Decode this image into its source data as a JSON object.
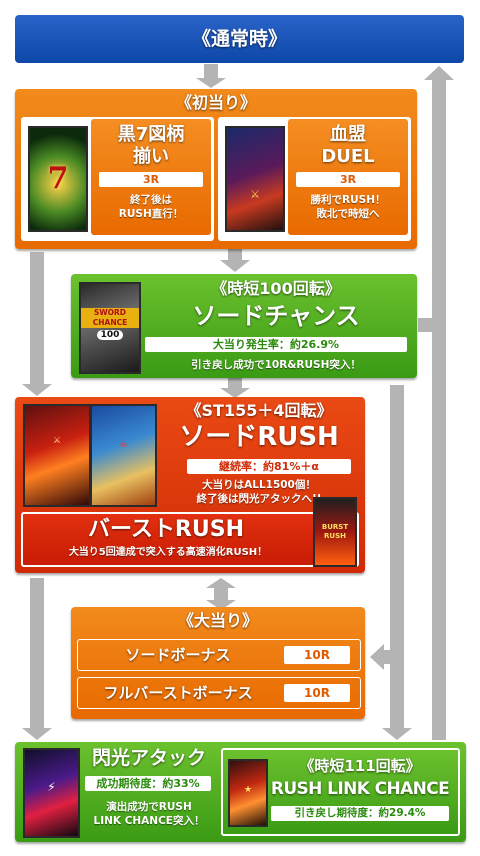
{
  "normal": {
    "title": "《通常時》"
  },
  "first_hit": {
    "title": "《初当り》",
    "left": {
      "name_line1": "黒7図柄",
      "name_line2": "揃い",
      "rounds": "3R",
      "note_line1": "終了後は",
      "note_line2": "RUSH直行！"
    },
    "right": {
      "name_line1": "血盟",
      "name_line2": "DUEL",
      "rounds": "3R",
      "note_line1": "勝利でRUSH！",
      "note_line2": "敗北で時短へ"
    }
  },
  "jitan100": {
    "title": "《時短100回転》",
    "name": "ソードチャンス",
    "rate": "大当り発生率：約26.9%",
    "note": "引き戻し成功で10R&RUSH突入！",
    "thumb_text": "SWORD CHANCE",
    "thumb_num": "100"
  },
  "st": {
    "title": "《ST155＋4回転》",
    "name": "ソードRUSH",
    "rate": "継続率：約81%＋α",
    "note_line1": "大当りはALL1500個！",
    "note_line2": "終了後は閃光アタックへ!!",
    "burst_name": "バーストRUSH",
    "burst_note": "大当り5回達成で突入する高速消化RUSH！",
    "thumb_burst": "BURST RUSH"
  },
  "big_hit": {
    "title": "《大当り》",
    "items": [
      {
        "label": "ソードボーナス",
        "rounds": "10R"
      },
      {
        "label": "フルバーストボーナス",
        "rounds": "10R"
      }
    ]
  },
  "flash": {
    "name": "閃光アタック",
    "rate": "成功期待度：約33%",
    "note_line1": "演出成功でRUSH",
    "note_line2": "LINK CHANCE突入！"
  },
  "jitan111": {
    "title": "《時短111回転》",
    "name": "RUSH LINK CHANCE",
    "rate": "引き戻し期待度：約29.4%"
  },
  "colors": {
    "blue": "#1654b4",
    "orange": "#ee7a10",
    "green": "#4aab1c",
    "red": "#de3a0c",
    "arrow": "#b2b2b2"
  }
}
